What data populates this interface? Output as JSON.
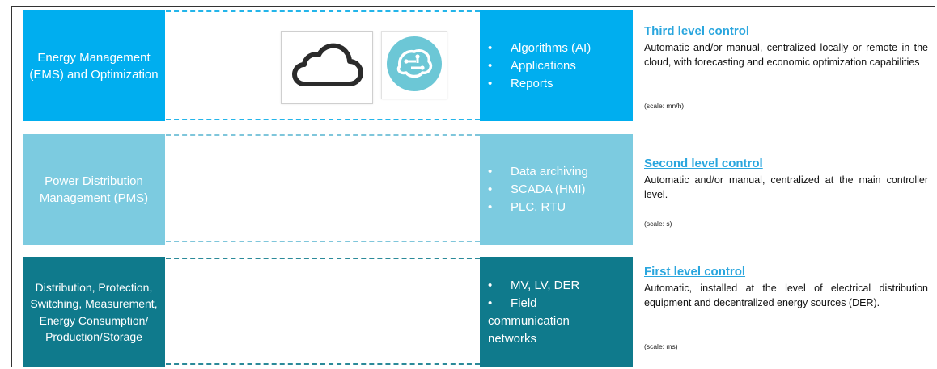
{
  "levels": [
    {
      "left_label": "Energy Management (EMS) and Optimization",
      "items": [
        "Algorithms (AI)",
        "Applications",
        "Reports"
      ],
      "title": "Third level control",
      "description": "Automatic and/or manual, centralized locally or remote in the cloud, with forecasting and economic optimization capabilities",
      "scale": "(scale: mn/h)",
      "color": "#00aeef"
    },
    {
      "left_label": "Power Distribution Management (PMS)",
      "items": [
        "Data archiving",
        "SCADA (HMI)",
        "PLC, RTU"
      ],
      "title": "Second level control",
      "description": "Automatic and/or manual, centralized at the main controller level.",
      "scale": "(scale: s)",
      "color": "#7ccbe0"
    },
    {
      "left_label": "Distribution, Protection, Switching, Measurement, Energy Consumption/ Production/Storage",
      "items": [
        "MV, LV, DER",
        "Field",
        "communication networks"
      ],
      "title": "First level control",
      "description": "Automatic, installed at the level of electrical distribution equipment and decentralized energy sources (DER).",
      "scale": "(scale: ms)",
      "color": "#0f7a8c"
    }
  ],
  "icons": [
    "cloud-icon",
    "ai-brain-icon"
  ]
}
